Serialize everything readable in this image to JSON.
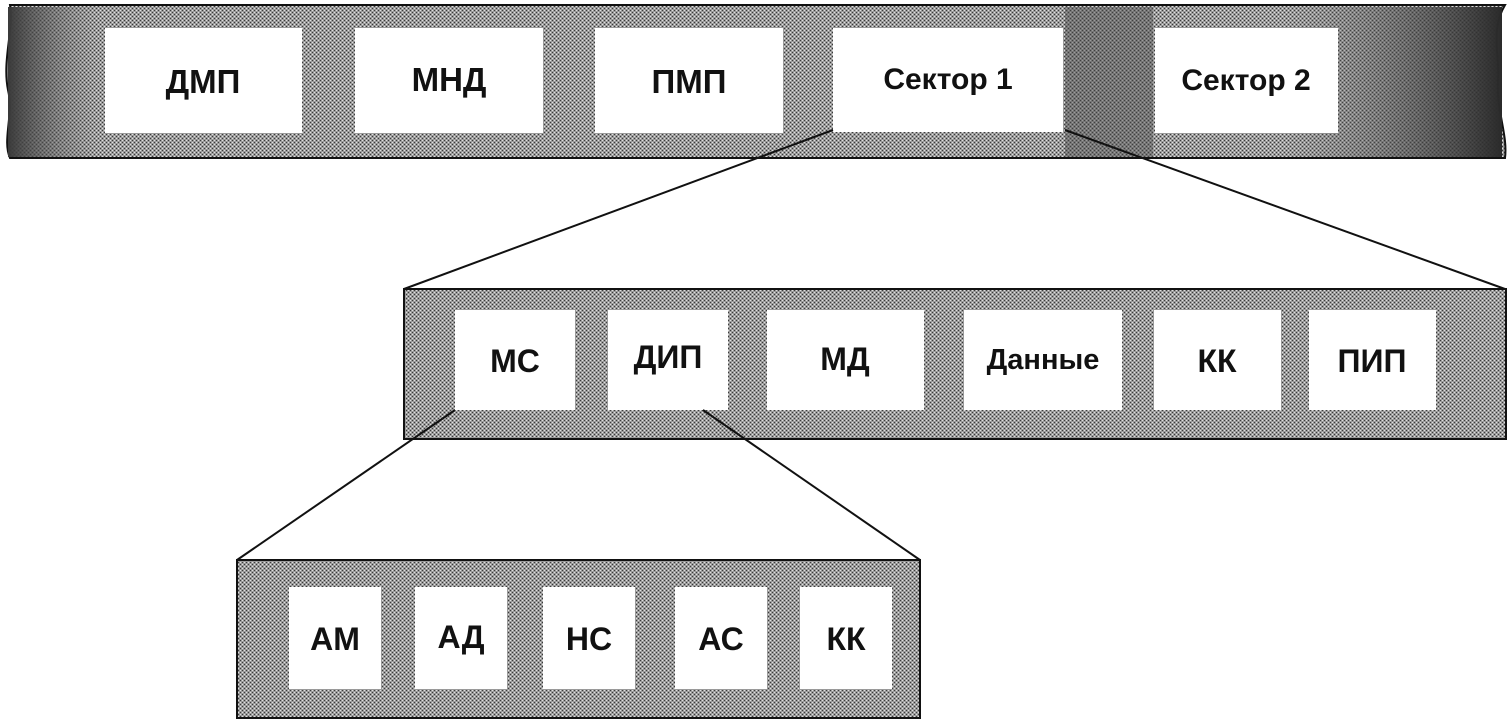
{
  "track": {
    "fields": [
      "ДМП",
      "МНД",
      "ПМП",
      "Сектор 1",
      "Сектор 2"
    ]
  },
  "sector": {
    "fields": [
      "МС",
      "ДИП",
      "МД",
      "Данные",
      "КК",
      "ПИП"
    ]
  },
  "id_field": {
    "fields": [
      "АМ",
      "АД",
      "НС",
      "АС",
      "КК"
    ]
  }
}
